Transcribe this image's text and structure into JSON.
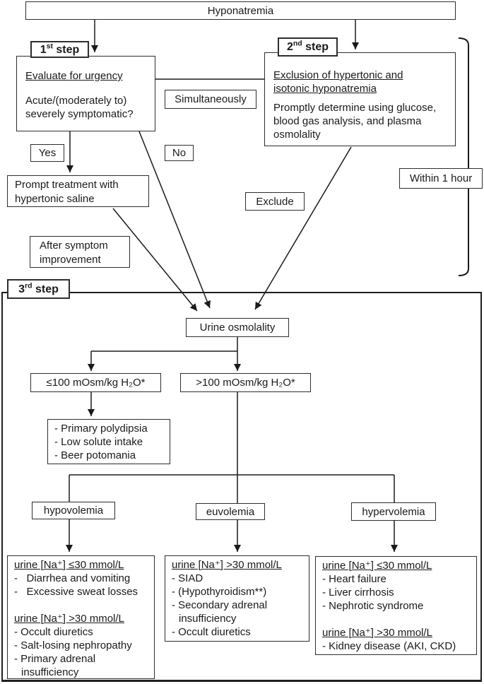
{
  "colors": {
    "ink": "#1a1a1a",
    "border": "#2e2e2e",
    "bg": "#ffffff"
  },
  "title": "Hyponatremia",
  "steps": {
    "s1": {
      "num": "1",
      "sup": "st",
      "rest": " step"
    },
    "s2": {
      "num": "2",
      "sup": "nd",
      "rest": " step"
    },
    "s3": {
      "num": "3",
      "sup": "rd",
      "rest": " step"
    }
  },
  "step1_box": {
    "heading": "Evaluate for urgency",
    "body": [
      "Acute/(moderately to)",
      "severely symptomatic?"
    ]
  },
  "step2_box": {
    "heading": [
      "Exclusion of hypertonic and",
      "isotonic hyponatremia"
    ],
    "body": [
      "Promptly determine using glucose,",
      "blood gas analysis, and plasma",
      "osmolality"
    ]
  },
  "connectors": {
    "simultaneously": "Simultaneously",
    "yes": "Yes",
    "no": "No",
    "exclude": "Exclude",
    "after": [
      "After symptom",
      "improvement"
    ],
    "within": "Within 1 hour"
  },
  "prompt_box": [
    "Prompt treatment with",
    "hypertonic saline"
  ],
  "urine_osmolality": "Urine osmolality",
  "osm_low": "≤100 mOsm/kg H₂O*",
  "osm_high": ">100 mOsm/kg H₂O*",
  "low_osm_causes": [
    "- Primary polydipsia",
    "- Low solute intake",
    "- Beer potomania"
  ],
  "volemia": {
    "hypo": "hypovolemia",
    "eu": "euvolemia",
    "hyper": "hypervolemia"
  },
  "hypo_detail": {
    "h1": "urine [Na⁺] ≤30 mmol/L",
    "g1": [
      "-   Diarrhea and vomiting",
      "-   Excessive sweat losses"
    ],
    "h2": "urine [Na⁺] >30 mmol/L",
    "g2": [
      "- Occult diuretics",
      "- Salt-losing nephropathy",
      "- Primary adrenal",
      "insufficiency"
    ]
  },
  "eu_detail": {
    "h1": "urine [Na⁺] >30 mmol/L",
    "g1": [
      "- SIAD",
      "- (Hypothyroidism**)",
      "- Secondary adrenal",
      "insufficiency",
      "- Occult diuretics"
    ]
  },
  "hyper_detail": {
    "h1": "urine [Na⁺] ≤30 mmol/L",
    "g1": [
      "- Heart failure",
      "- Liver cirrhosis",
      "- Nephrotic syndrome"
    ],
    "h2": "urine [Na⁺] >30 mmol/L",
    "g2": [
      "- Kidney disease (AKI, CKD)"
    ]
  }
}
